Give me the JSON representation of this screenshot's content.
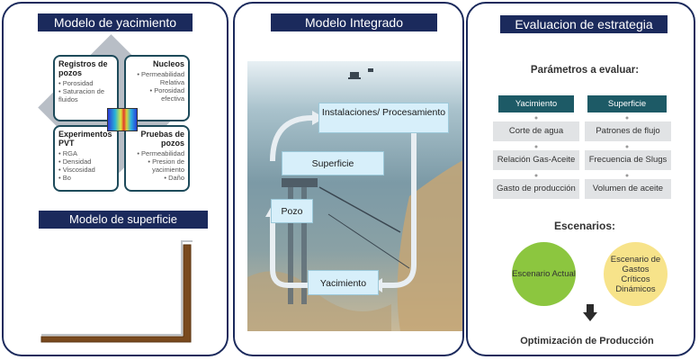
{
  "panel1": {
    "title": "Modelo de yacimiento",
    "cards": [
      {
        "title": "Registros de pozos",
        "items": [
          "Porosidad",
          "Saturacion de fluidos"
        ]
      },
      {
        "title": "Nucleos",
        "items": [
          "Permeabilidad Relativa",
          "Porosidad efectiva"
        ]
      },
      {
        "title": "Experimentos PVT",
        "items": [
          "RGA",
          "Densidad",
          "Viscosidad",
          "Bo"
        ]
      },
      {
        "title": "Pruebas de pozos",
        "items": [
          "Permeabilidad",
          "Presion de yacimiento",
          "Daño"
        ]
      }
    ],
    "surface_title": "Modelo de superficie"
  },
  "panel2": {
    "title": "Modelo Integrado",
    "boxes": {
      "instalaciones": "Instalaciones/ Procesamiento",
      "superficie": "Superficie",
      "pozo": "Pozo",
      "yacimiento": "Yacimiento"
    }
  },
  "panel3": {
    "title": "Evaluacion de estrategia",
    "params_title": "Parámetros a evaluar:",
    "col1": {
      "header": "Yacimiento",
      "items": [
        "Corte de agua",
        "Relación Gas-Aceite",
        "Gasto de producción"
      ]
    },
    "col2": {
      "header": "Superficie",
      "items": [
        "Patrones de flujo",
        "Frecuencia de Slugs",
        "Volumen de aceite"
      ]
    },
    "scenarios_title": "Escenarios:",
    "scenario1": "Escenario Actual",
    "scenario2": "Escenario de Gastos Críticos Dinámicos",
    "result": "Optimización de Producción"
  },
  "colors": {
    "navy": "#1b2a5c",
    "teal": "#1d5a66",
    "green": "#8cc63f",
    "yellow": "#f7e38a",
    "light_blue": "#d7effa"
  }
}
